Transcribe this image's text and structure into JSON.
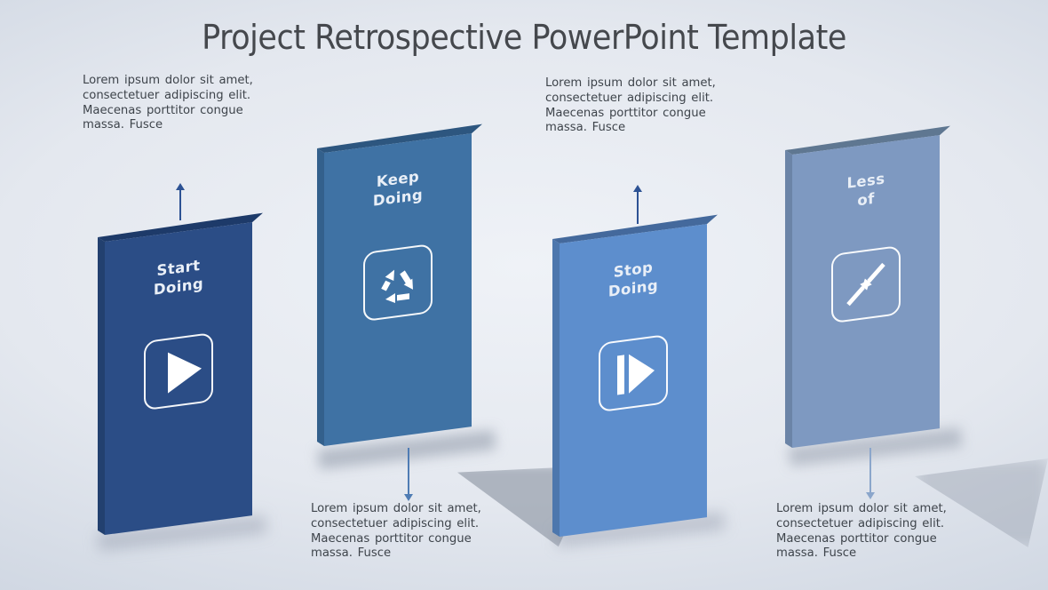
{
  "slide": {
    "title": "Project Retrospective PowerPoint Template"
  },
  "background": {
    "center": "#eff2f7",
    "edge": "#b2bdd2"
  },
  "connectors": {
    "up_color": "#2d5294",
    "down_color_mid": "#4f7cb4",
    "down_color_right": "#8ba6cb"
  },
  "panels": [
    {
      "id": "start-doing",
      "line1": "Start",
      "line2": "Doing",
      "icon": "play-icon",
      "colors": {
        "face": "#2b4d86",
        "top": "#1d3a69",
        "side": "#22406f"
      },
      "arrow_direction": "up",
      "annotation_position": "top-left",
      "description": "Lorem ipsum dolor sit amet,\nconsectetuer adipiscing elit.\nMaecenas porttitor congue\nmassa. Fusce"
    },
    {
      "id": "keep-doing",
      "line1": "Keep",
      "line2": "Doing",
      "icon": "recycle-icon",
      "colors": {
        "face": "#3f72a4",
        "top": "#2d567f",
        "side": "#33608c"
      },
      "arrow_direction": "down",
      "annotation_position": "bottom-middle",
      "description": "Lorem ipsum dolor sit amet,\nconsectetuer adipiscing elit.\nMaecenas porttitor congue\nmassa. Fusce"
    },
    {
      "id": "stop-doing",
      "line1": "Stop",
      "line2": "Doing",
      "icon": "step-forward-icon",
      "colors": {
        "face": "#5d8ecd",
        "top": "#44699c",
        "side": "#4d77ad"
      },
      "arrow_direction": "up",
      "annotation_position": "top-middle",
      "description": "Lorem ipsum dolor sit amet,\nconsectetuer adipiscing elit.\nMaecenas porttitor congue\nmassa. Fusce"
    },
    {
      "id": "less-of",
      "line1": "Less",
      "line2": "of",
      "icon": "collapse-arrows-icon",
      "colors": {
        "face": "#7e99c1",
        "top": "#5f7791",
        "side": "#6b84a7"
      },
      "arrow_direction": "down",
      "annotation_position": "bottom-right",
      "description": "Lorem ipsum dolor sit amet,\nconsectetuer adipiscing elit.\nMaecenas porttitor congue\nmassa. Fusce"
    }
  ]
}
